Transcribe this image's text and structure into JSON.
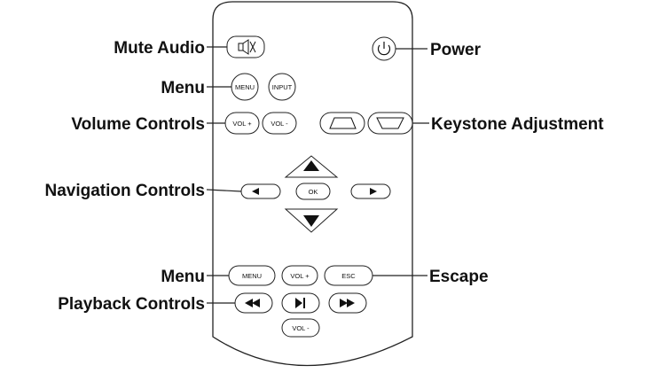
{
  "callouts": {
    "mute_audio": "Mute Audio",
    "menu_top": "Menu",
    "volume_controls": "Volume Controls",
    "navigation_controls": "Navigation Controls",
    "menu_bottom": "Menu",
    "playback_controls": "Playback Controls",
    "power": "Power",
    "keystone_adjustment": "Keystone Adjustment",
    "escape": "Escape"
  },
  "buttons": {
    "menu_round": "MENU",
    "input_round": "INPUT",
    "vol_plus_top": "VOL +",
    "vol_minus_top": "VOL -",
    "ok": "OK",
    "menu_bottom": "MENU",
    "vol_plus_bottom": "VOL +",
    "esc": "ESC",
    "vol_minus_bottom": "VOL -"
  },
  "icons": {
    "mute": "mute-speaker-icon",
    "power": "power-icon",
    "keystone_up": "keystone-trapezoid-icon",
    "keystone_down": "keystone-inverted-trapezoid-icon",
    "nav_up": "triangle-up-icon",
    "nav_down": "triangle-down-icon",
    "nav_left": "triangle-left-icon",
    "nav_right": "triangle-right-icon",
    "rewind": "rewind-icon",
    "play_pause": "play-pause-icon",
    "fast_forward": "fast-forward-icon"
  },
  "colors": {
    "outline": "#222222",
    "text": "#111111",
    "background": "#ffffff"
  }
}
